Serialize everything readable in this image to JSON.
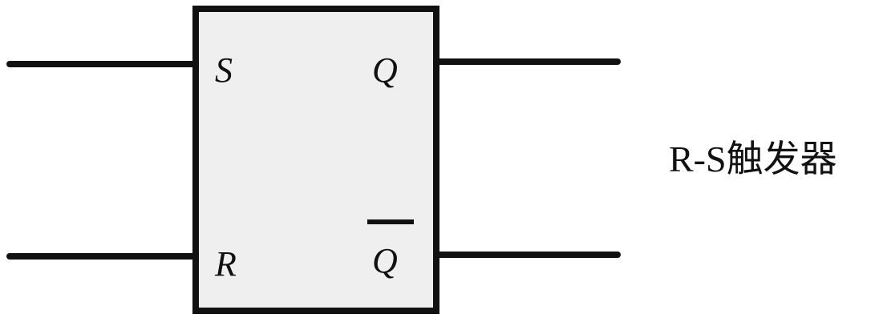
{
  "block": {
    "inputs": {
      "set_label": "S",
      "reset_label": "R"
    },
    "outputs": {
      "q_label": "Q",
      "q_bar_label": "Q",
      "q_bar_has_overline": true
    },
    "fill_color": "#efefef",
    "stroke_color": "#111111"
  },
  "caption": "R-S触发器"
}
